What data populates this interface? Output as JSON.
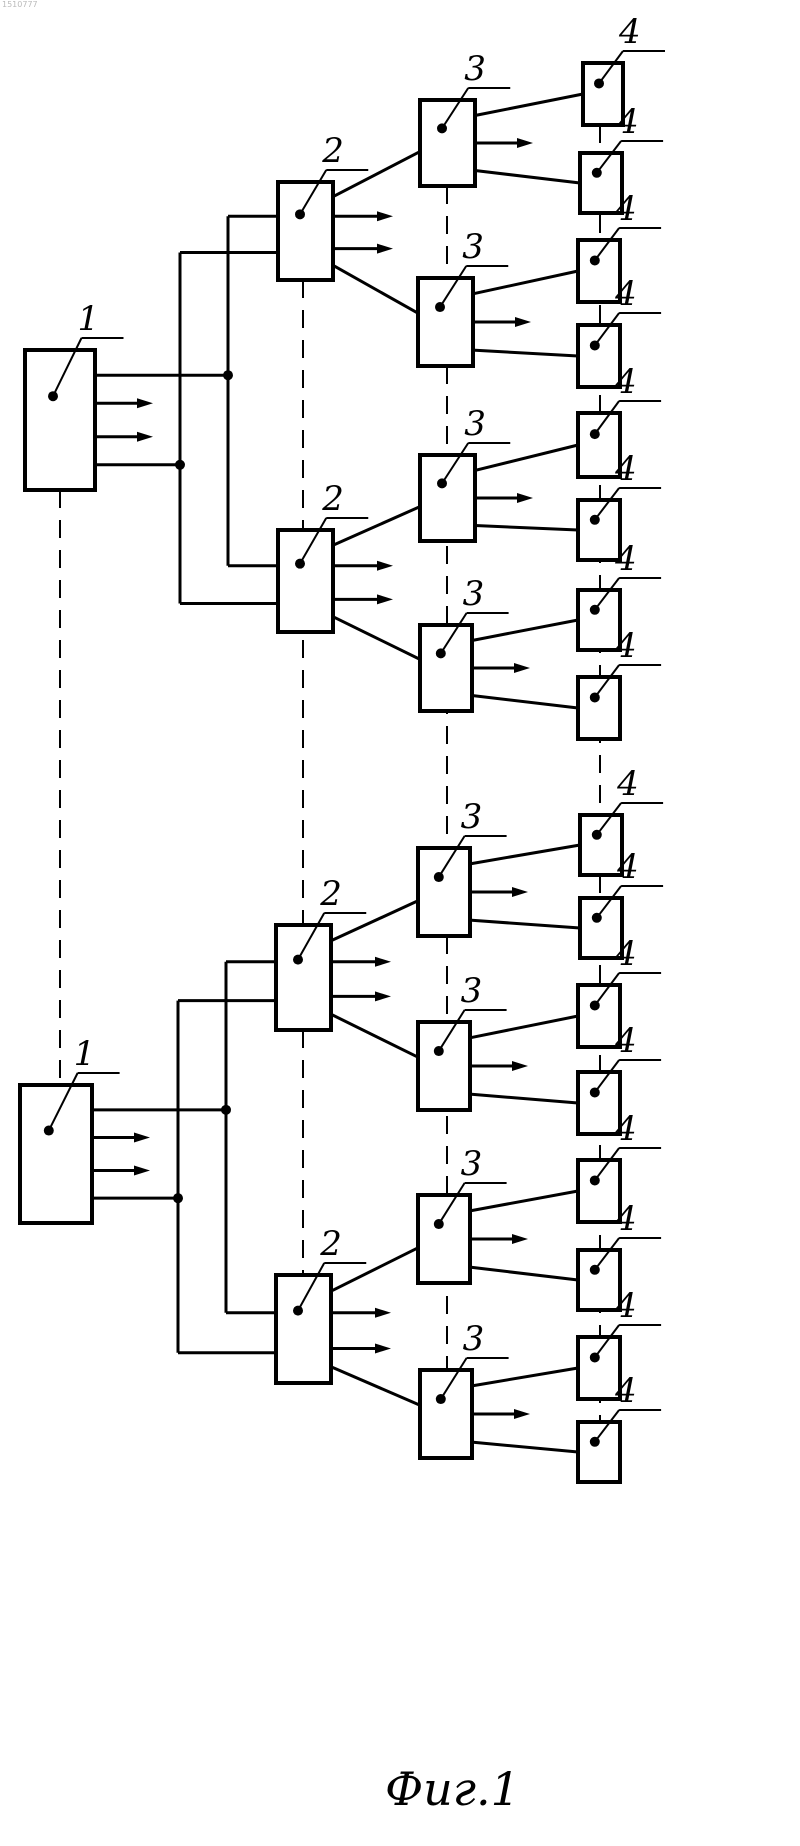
{
  "document": {
    "id": "1510777",
    "caption": "Фиг.1"
  },
  "labels": {
    "level1": "1",
    "level2": "2",
    "level3": "3",
    "level4": "4"
  }
}
